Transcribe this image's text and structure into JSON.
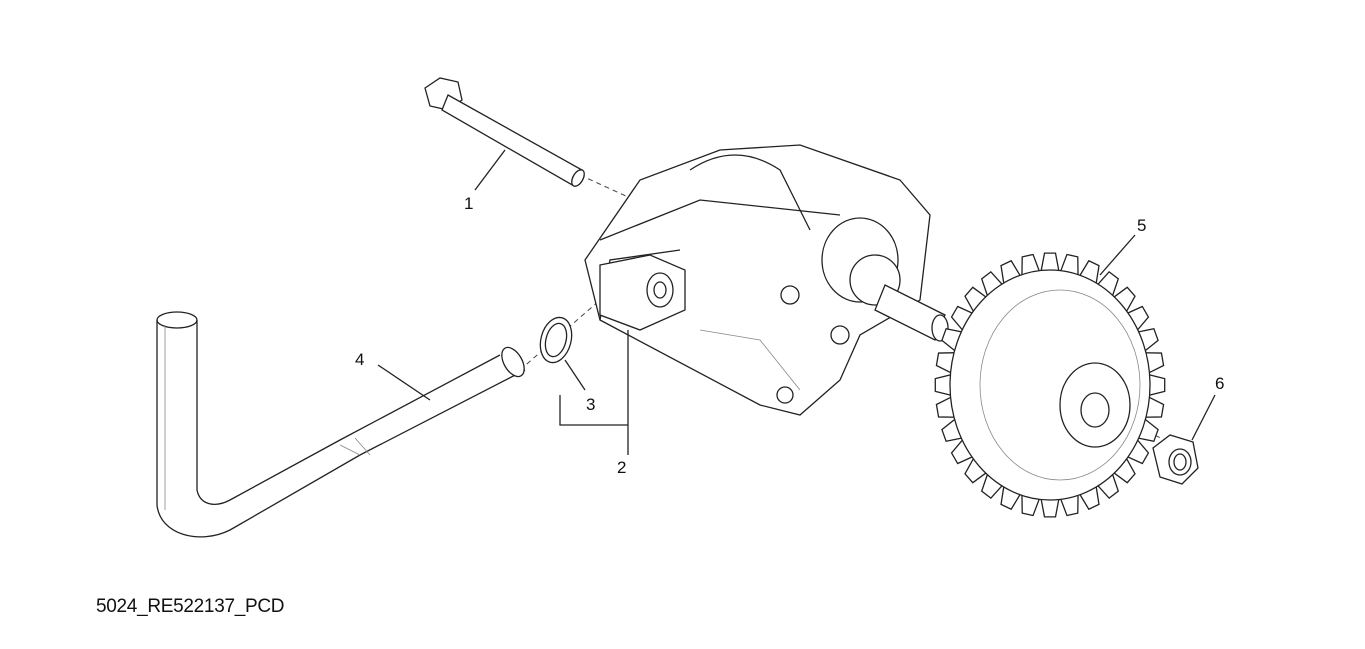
{
  "diagram": {
    "caption": "5024_RE522137_PCD",
    "callouts": [
      "1",
      "2",
      "3",
      "4",
      "5",
      "6"
    ],
    "parts": [
      "bolt",
      "oil-pump",
      "o-ring",
      "suction-tube",
      "pump-gear",
      "nut"
    ]
  }
}
